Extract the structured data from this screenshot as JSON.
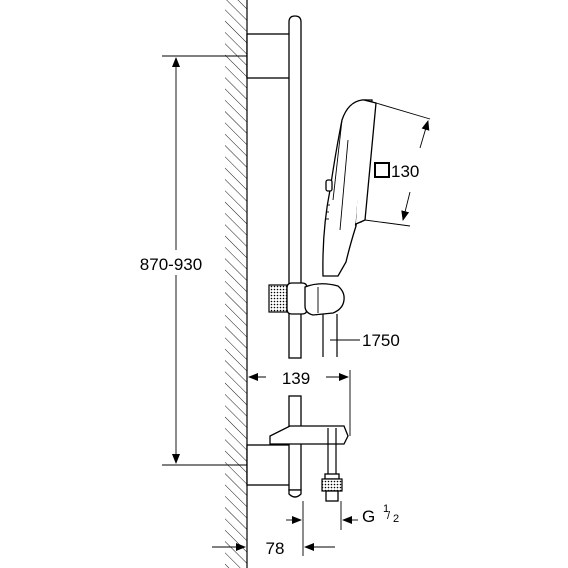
{
  "dimensions": {
    "height_range": "870-930",
    "head_size": "130",
    "hose_length": "1750",
    "bracket_projection": "139",
    "rail_offset": "78",
    "thread": "G",
    "thread_num": "1",
    "thread_den": "2"
  }
}
